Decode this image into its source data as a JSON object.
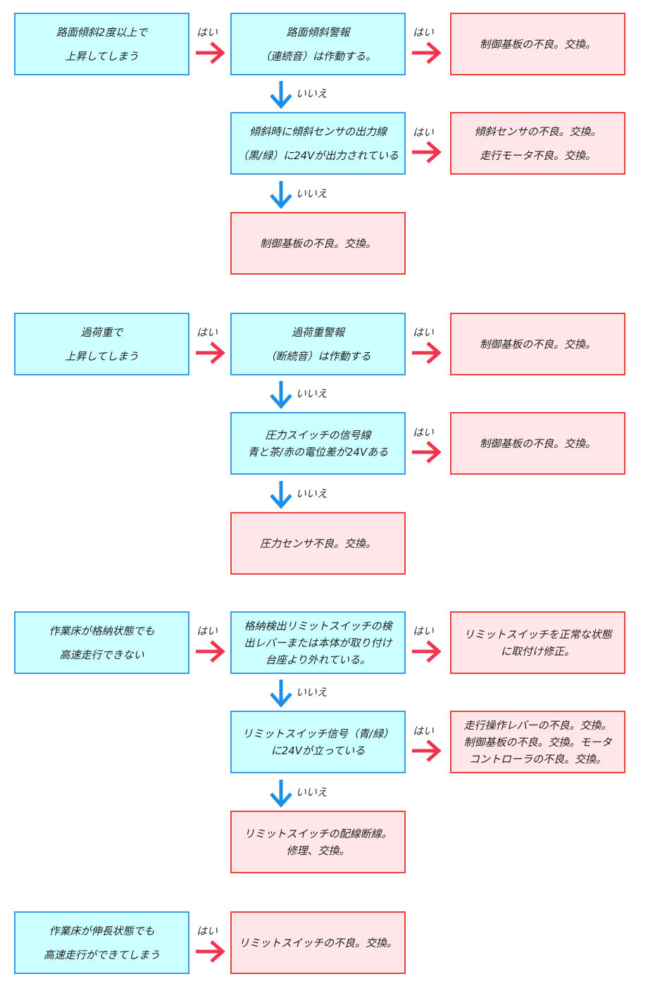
{
  "labels": {
    "yes": "はい",
    "no": "いいえ"
  },
  "colors": {
    "question_fill": "#ccffff",
    "question_border": "#3a9be0",
    "answer_fill": "#ffe6e8",
    "answer_border": "#e8413e",
    "yes_arrow": "#f0344f",
    "no_arrow": "#1e8fe8"
  },
  "section1": {
    "q1": [
      "路面傾斜2度以上で",
      "上昇してしまう"
    ],
    "q2": [
      "路面傾斜警報",
      "（連続音）は作動する。"
    ],
    "a1": [
      "制御基板の不良。交換。"
    ],
    "q3": [
      "傾斜時に傾斜センサの出力線",
      "（黒/緑）に24Vが出力されている"
    ],
    "a2": [
      "傾斜センサの不良。交換。",
      "走行モータ不良。交換。"
    ],
    "a3": [
      "制御基板の不良。交換。"
    ]
  },
  "section2": {
    "q1": [
      "過荷重で",
      "上昇してしまう"
    ],
    "q2": [
      "過荷重警報",
      "（断続音）は作動する"
    ],
    "a1": [
      "制御基板の不良。交換。"
    ],
    "q3": [
      "圧力スイッチの信号線",
      "青と茶/赤の電位差が24Vある"
    ],
    "a2": [
      "制御基板の不良。交換。"
    ],
    "a3": [
      "圧力センサ不良。交換。"
    ]
  },
  "section3": {
    "q1": [
      "作業床が格納状態でも",
      "高速走行できない"
    ],
    "q2": [
      "格納検出リミットスイッチの検",
      "出レバーまたは本体が取り付け",
      "台座より外れている。"
    ],
    "a1": [
      "リミットスイッチを正常な状態",
      "に取付け修正。"
    ],
    "q3": [
      "リミットスイッチ信号（青/緑）",
      "に24Vが立っている"
    ],
    "a2": [
      "走行操作レバーの不良。交換。",
      "制御基板の不良。交換。モータ",
      "コントローラの不良。交換。"
    ],
    "a3": [
      "リミットスイッチの配線断線。",
      "修理、交換。"
    ]
  },
  "section4": {
    "q1": [
      "作業床が伸長状態でも",
      "高速走行ができてしまう"
    ],
    "a1": [
      "リミットスイッチの不良。交換。"
    ]
  }
}
